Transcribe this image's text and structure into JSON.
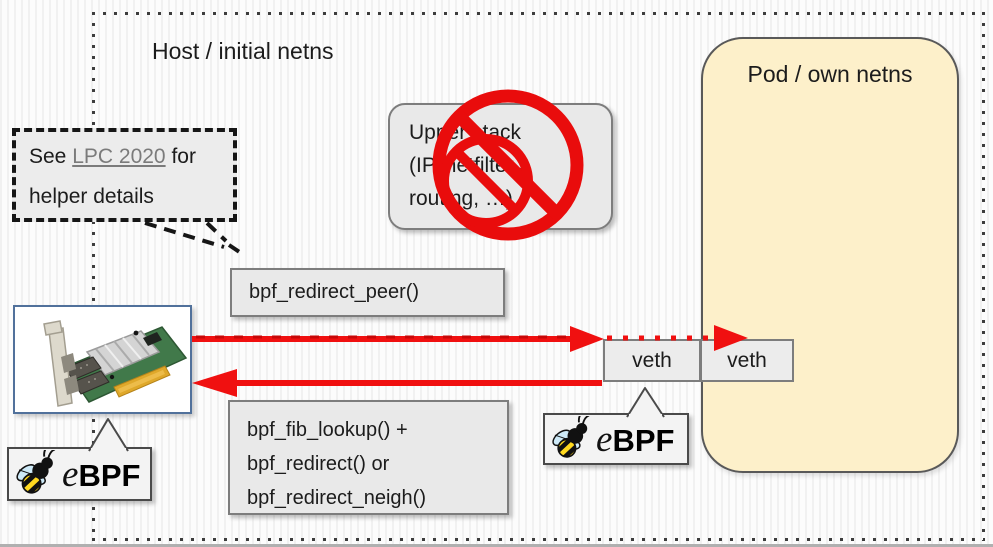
{
  "host": {
    "title": "Host / initial netns"
  },
  "pod": {
    "title": "Pod / own netns"
  },
  "upper_stack": {
    "lines": [
      "Upper stack",
      "(IP, netfilter /",
      "routing, …)"
    ]
  },
  "note": {
    "prefix": "See ",
    "link": "LPC 2020",
    "suffix": " for",
    "line2": "helper details"
  },
  "labels": {
    "redirect_peer": "bpf_redirect_peer()",
    "fib": [
      "bpf_fib_lookup() +",
      "bpf_redirect() or",
      "bpf_redirect_neigh()"
    ]
  },
  "veth": {
    "host": "veth",
    "pod": "veth"
  },
  "logo": {
    "e": "e",
    "bpf": "BPF"
  },
  "icons": {
    "bee": "bee-icon",
    "no_entry": "no-entry-icon",
    "nic": "nic-card-image"
  },
  "colors": {
    "accent_red": "#ee0b0b",
    "pod_fill": "#fdf0ca",
    "box_gray": "#ececec",
    "link_gray": "#7b7b7b",
    "border_gray": "#7d7d7d"
  }
}
